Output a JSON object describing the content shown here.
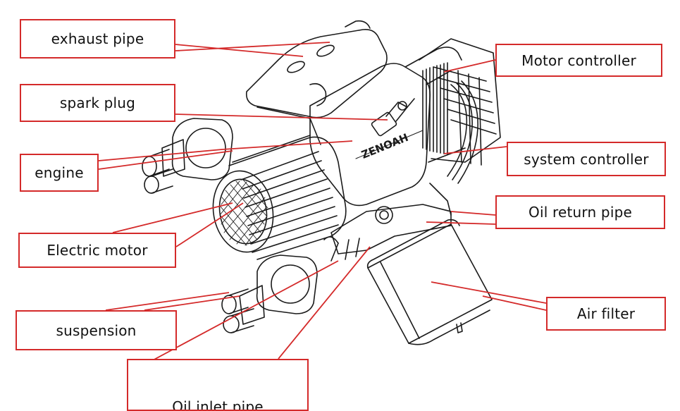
{
  "labels": {
    "exhaust_pipe": "exhaust pipe",
    "spark_plug": "spark plug",
    "engine": "engine",
    "electric_motor": "Electric motor",
    "suspension": "suspension",
    "oil_inlet_pipe": "Oil inlet pipe",
    "motor_controller": "Motor controller",
    "system_controller": "system controller",
    "oil_return_pipe": "Oil return pipe",
    "air_filter": "Air filter"
  },
  "engine_logo": {
    "brand": "ZENOAH"
  },
  "colors": {
    "leader_line": "#d42a2a",
    "box_border": "#d42a2a",
    "drawing_line": "#1a1a1a"
  }
}
